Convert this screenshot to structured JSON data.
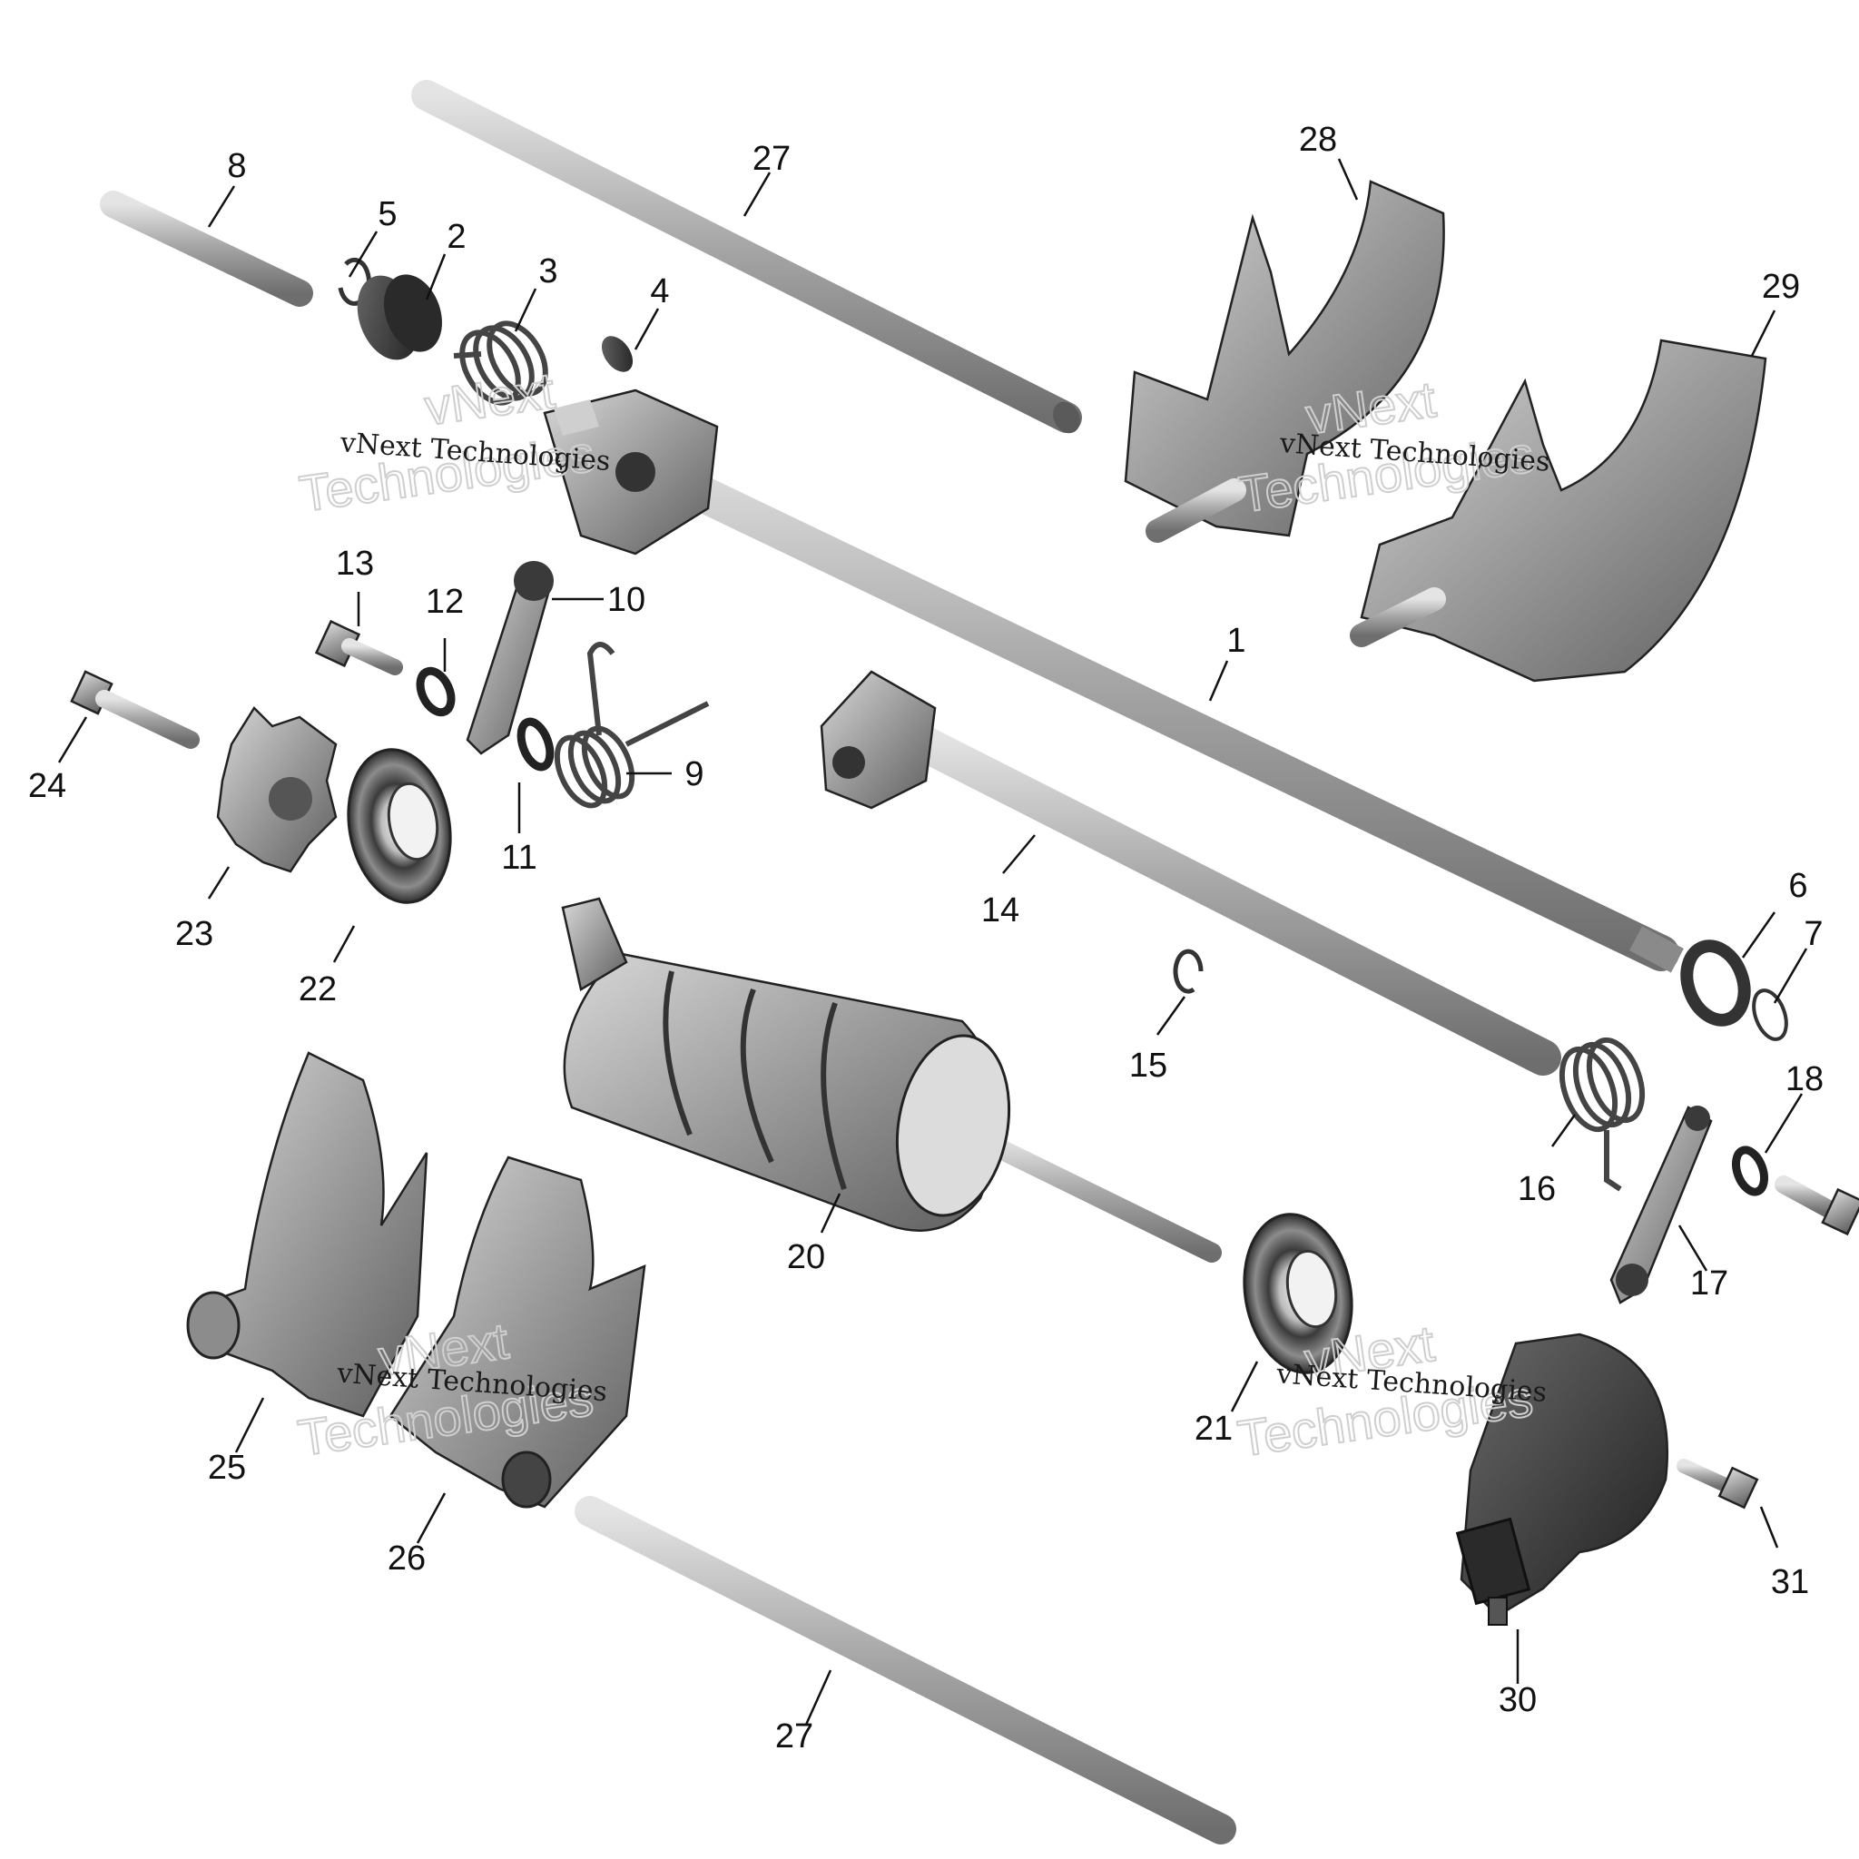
{
  "diagram": {
    "callouts": [
      {
        "id": "c1",
        "label": "1"
      },
      {
        "id": "c2",
        "label": "2"
      },
      {
        "id": "c3",
        "label": "3"
      },
      {
        "id": "c4",
        "label": "4"
      },
      {
        "id": "c5",
        "label": "5"
      },
      {
        "id": "c6",
        "label": "6"
      },
      {
        "id": "c7",
        "label": "7"
      },
      {
        "id": "c8",
        "label": "8"
      },
      {
        "id": "c9",
        "label": "9"
      },
      {
        "id": "c10",
        "label": "10"
      },
      {
        "id": "c11",
        "label": "11"
      },
      {
        "id": "c12",
        "label": "12"
      },
      {
        "id": "c13",
        "label": "13"
      },
      {
        "id": "c14",
        "label": "14"
      },
      {
        "id": "c15",
        "label": "15"
      },
      {
        "id": "c16",
        "label": "16"
      },
      {
        "id": "c17",
        "label": "17"
      },
      {
        "id": "c18",
        "label": "18"
      },
      {
        "id": "c20",
        "label": "20"
      },
      {
        "id": "c21",
        "label": "21"
      },
      {
        "id": "c22",
        "label": "22"
      },
      {
        "id": "c23",
        "label": "23"
      },
      {
        "id": "c24",
        "label": "24"
      },
      {
        "id": "c25",
        "label": "25"
      },
      {
        "id": "c26",
        "label": "26"
      },
      {
        "id": "c27a",
        "label": "27"
      },
      {
        "id": "c27b",
        "label": "27"
      },
      {
        "id": "c28",
        "label": "28"
      },
      {
        "id": "c29",
        "label": "29"
      },
      {
        "id": "c30",
        "label": "30"
      },
      {
        "id": "c31",
        "label": "31"
      }
    ],
    "watermark": {
      "line1": "vNext Technologies",
      "line2": "vNext",
      "line3": "Technologies"
    }
  }
}
